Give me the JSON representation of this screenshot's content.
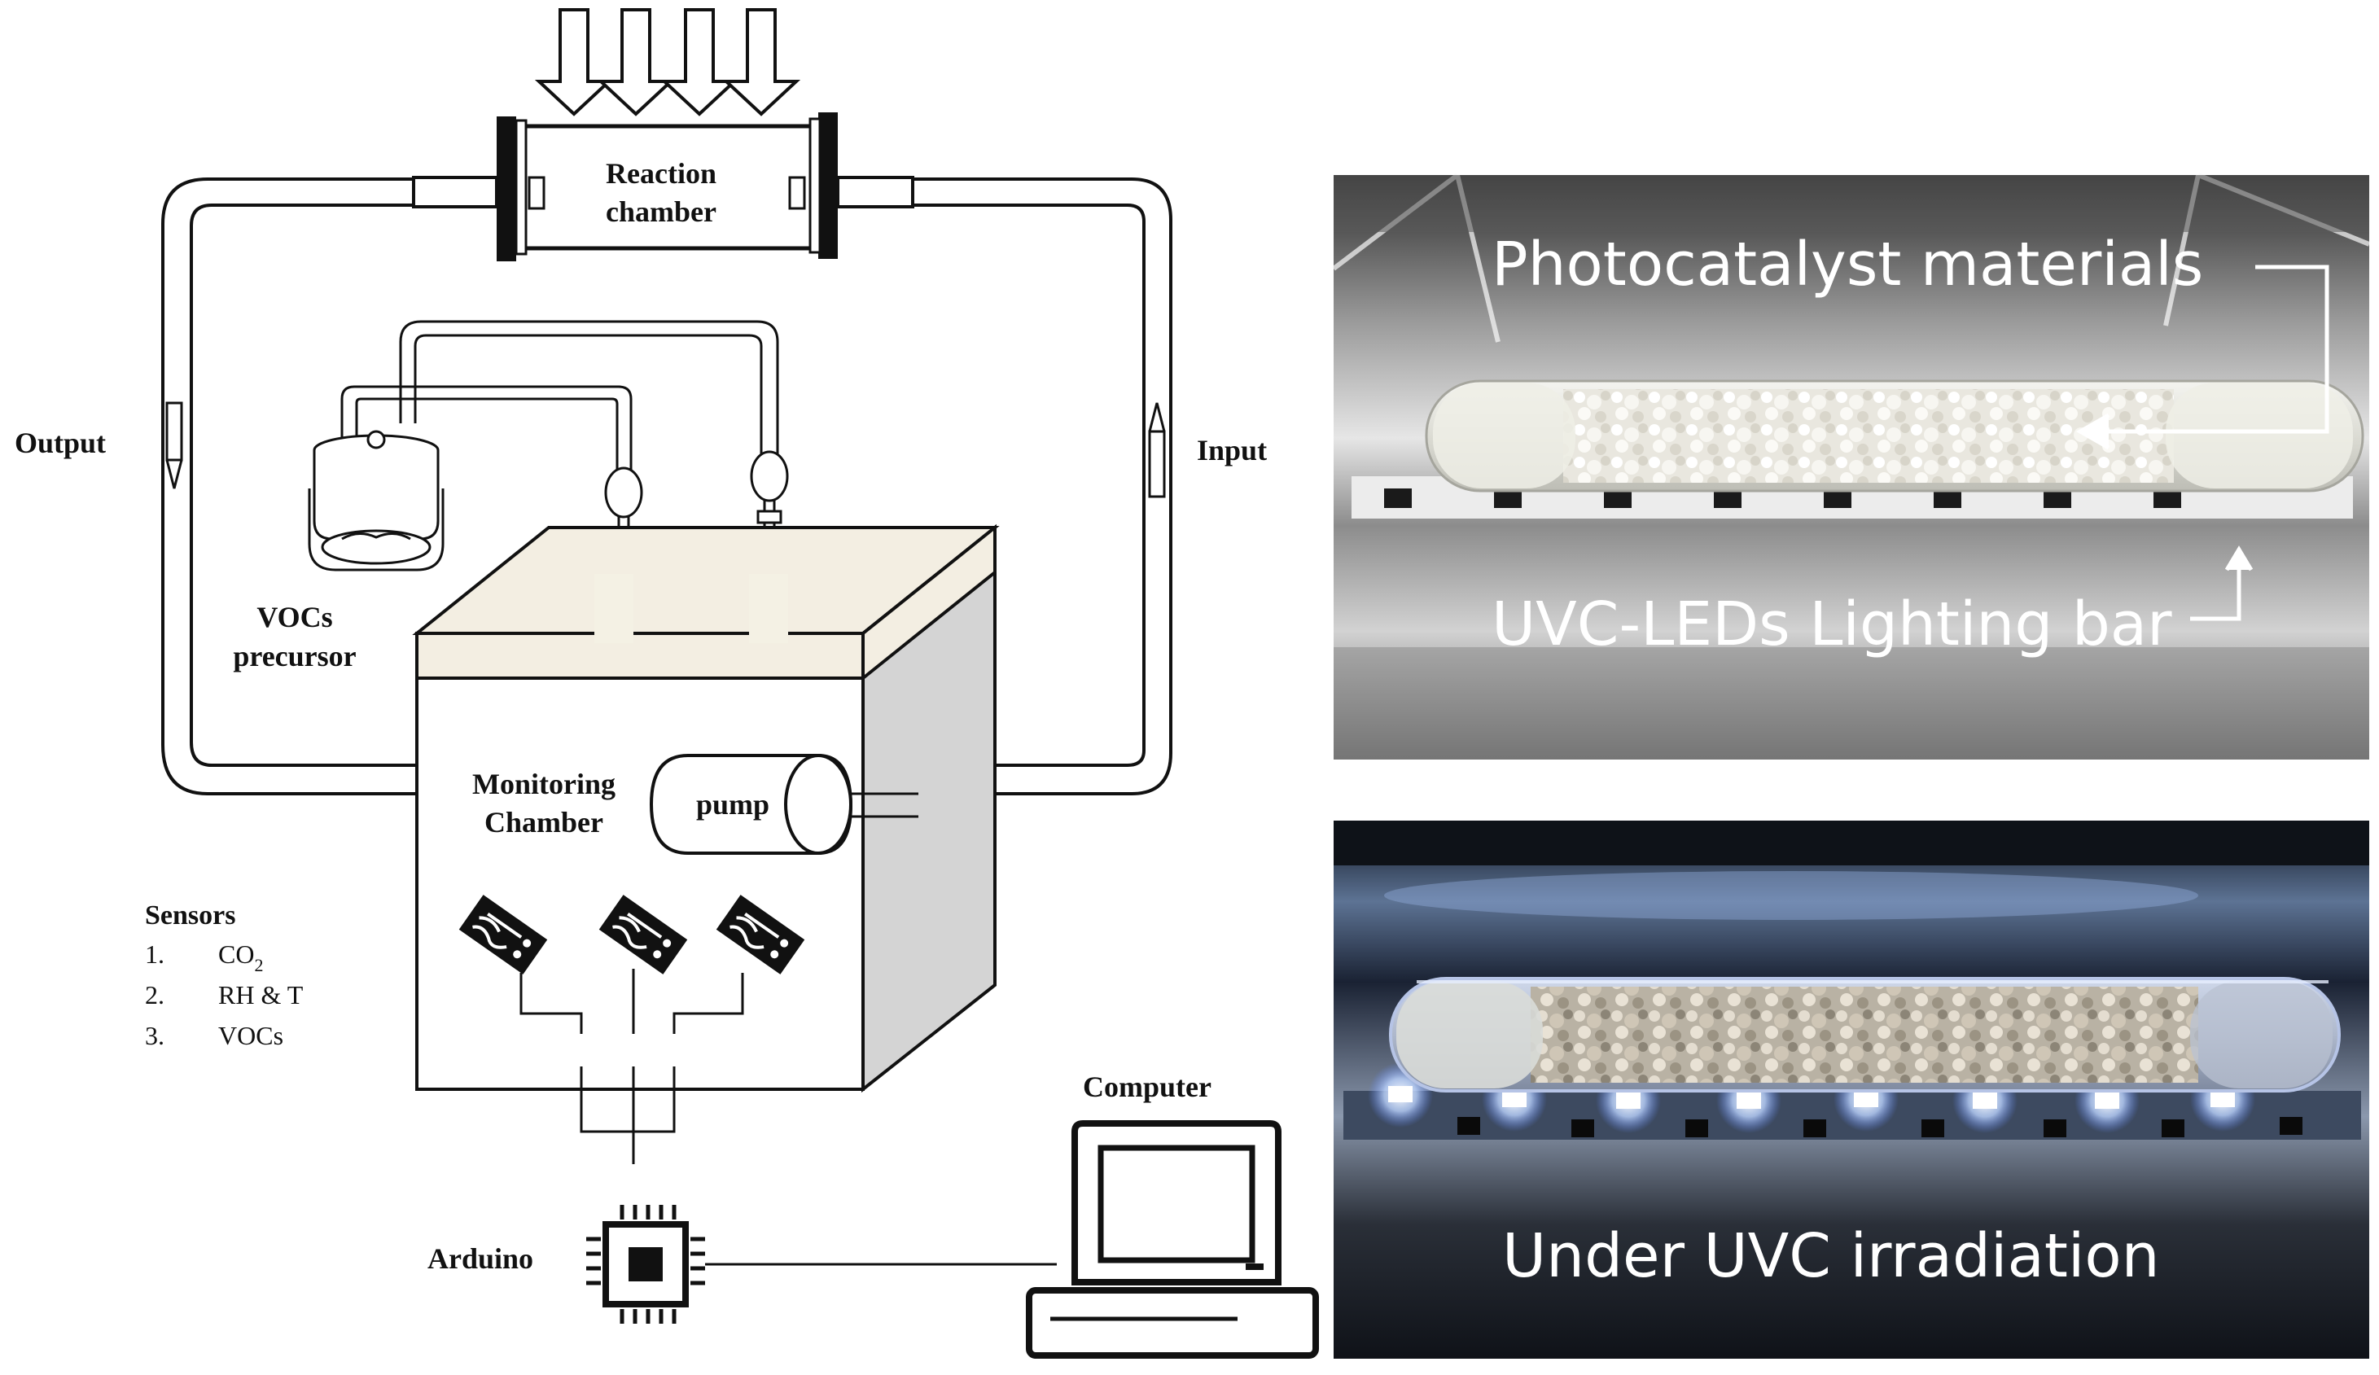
{
  "diagram": {
    "reaction_chamber": [
      "Reaction",
      "chamber"
    ],
    "output_label": "Output",
    "input_label": "Input",
    "vocs_precursor": [
      "VOCs",
      "precursor"
    ],
    "monitoring_chamber": [
      "Monitoring",
      "Chamber"
    ],
    "pump_label": "pump",
    "sensors": {
      "title": "Sensors",
      "items": [
        {
          "num": "1.",
          "label": "CO",
          "sub": "2"
        },
        {
          "num": "2.",
          "label": "RH & T",
          "sub": ""
        },
        {
          "num": "3.",
          "label": "VOCs",
          "sub": ""
        }
      ]
    },
    "arduino_label": "Arduino",
    "computer_label": "Computer"
  },
  "photos": {
    "top": {
      "label_materials": "Photocatalyst materials",
      "label_lighting": "UVC-LEDs Lighting bar"
    },
    "bottom": {
      "label_irradiation": "Under UVC irradiation"
    }
  },
  "colors": {
    "line": "#111111",
    "box_top": "#f3eee2",
    "box_side": "#d4d4d4",
    "steel_dark": "#3a3a3a",
    "steel_light": "#cfcfcf",
    "uv_glow": "#d8e6ff"
  }
}
